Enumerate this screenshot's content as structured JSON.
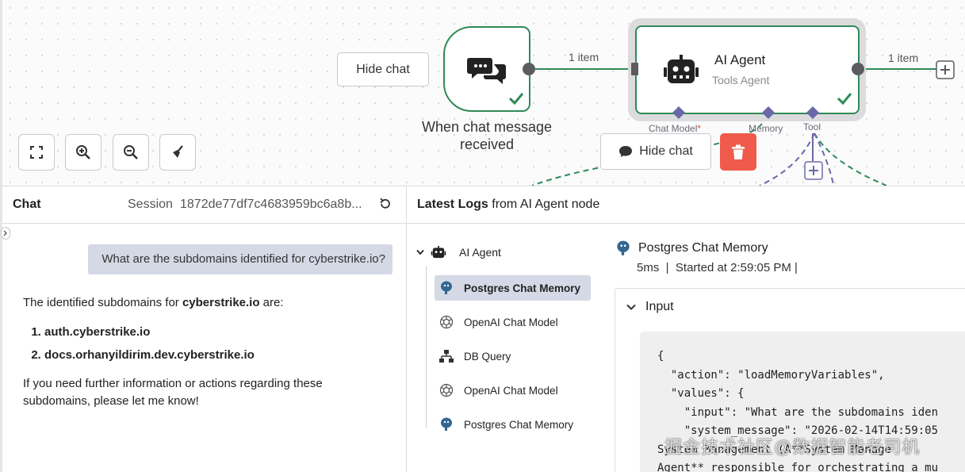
{
  "canvas": {
    "hide_chat_top": "Hide chat",
    "trigger_node": {
      "label": "When chat message received"
    },
    "edge_label_in": "1 item",
    "edge_label_out": "1 item",
    "agent_node": {
      "title": "AI Agent",
      "subtitle": "Tools Agent"
    },
    "ports": {
      "chat_model": "Chat Model",
      "chat_model_required": "*",
      "memory": "Memory",
      "tool": "Tool"
    },
    "hide_chat_button": "Hide chat"
  },
  "chat": {
    "title": "Chat",
    "session_label": "Session",
    "session_id": "1872de77df7c4683959bc6a8b...",
    "user_message": "What are the subdomains identified for cyberstrike.io?",
    "bot_intro_prefix": "The identified subdomains for ",
    "bot_intro_bold": "cyberstrike.io",
    "bot_intro_suffix": " are:",
    "subdomains": [
      "auth.cyberstrike.io",
      "docs.orhanyildirim.dev.cyberstrike.io"
    ],
    "bot_outro": "If you need further information or actions regarding these subdomains, please let me know!"
  },
  "logs": {
    "title_bold": "Latest Logs",
    "title_rest": "from AI Agent node",
    "root": "AI Agent",
    "items": [
      {
        "label": "Postgres Chat Memory",
        "icon": "postgres-icon"
      },
      {
        "label": "OpenAI Chat Model",
        "icon": "openai-icon"
      },
      {
        "label": "DB Query",
        "icon": "db-query-icon"
      },
      {
        "label": "OpenAI Chat Model",
        "icon": "openai-icon"
      },
      {
        "label": "Postgres Chat Memory",
        "icon": "postgres-icon"
      }
    ],
    "detail": {
      "title": "Postgres Chat Memory",
      "duration": "5ms",
      "started": "Started at 2:59:05 PM",
      "input_label": "Input",
      "code_lines": [
        "{",
        "  \"action\": \"loadMemoryVariables\",",
        "  \"values\": {",
        "    \"input\": \"What are the subdomains iden",
        "    \"system_message\": \"2026-02-14T14:59:05",
        "System Management (A**System Manage",
        "Agent** responsible for orchestrating a mu"
      ]
    }
  },
  "watermark": "掘金技术社区@数据智能老司机"
}
